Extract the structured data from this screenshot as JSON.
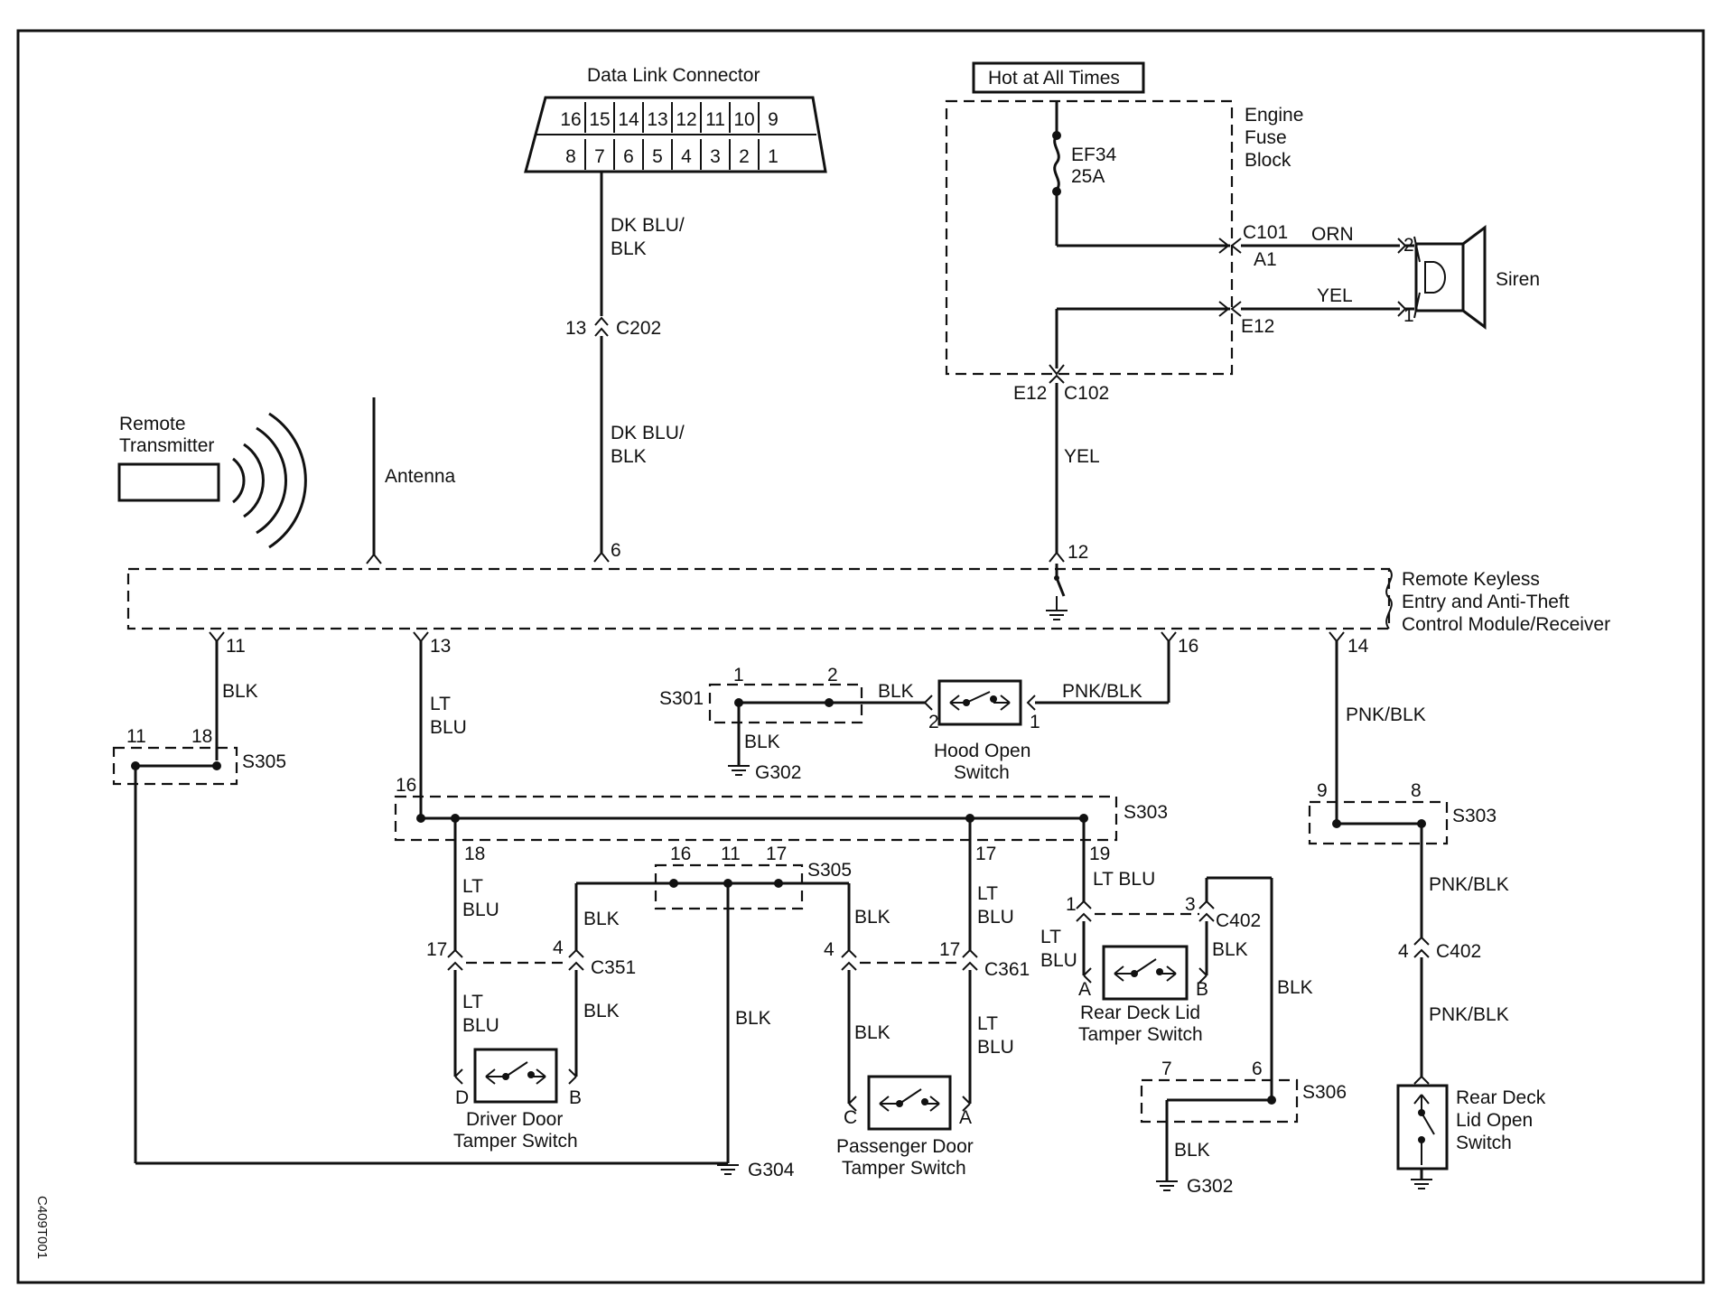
{
  "diagram_code": "C409T001",
  "dlc": {
    "title": "Data Link Connector",
    "top_pins": [
      "16",
      "15",
      "14",
      "13",
      "12",
      "11",
      "10",
      "9"
    ],
    "bottom_pins": [
      "8",
      "7",
      "6",
      "5",
      "4",
      "3",
      "2",
      "1"
    ]
  },
  "power": {
    "hot_label": "Hot at All Times",
    "fuse_block_label": [
      "Engine",
      "Fuse",
      "Block"
    ],
    "fuse_name": "EF34",
    "fuse_rating": "25A",
    "c101": "C101",
    "a1": "A1",
    "e12_c101": "E12",
    "orn": "ORN",
    "yel": "YEL",
    "siren": "Siren",
    "siren_pin_2": "2",
    "siren_pin_1": "1",
    "c102_pin": "E12",
    "c102": "C102",
    "yel_to_module": "YEL"
  },
  "dlc_wire": {
    "color_top": [
      "DK BLU/",
      "BLK"
    ],
    "pin_c202": "13",
    "c202": "C202",
    "color_bottom": [
      "DK BLU/",
      "BLK"
    ],
    "module_pin": "6"
  },
  "transmitter": {
    "label": [
      "Remote",
      "Transmitter"
    ],
    "antenna": "Antenna"
  },
  "module": {
    "label": [
      "Remote Keyless",
      "Entry and Anti-Theft",
      "Control Module/Receiver"
    ],
    "pin_12": "12",
    "pins_bottom": {
      "p11": "11",
      "p13": "13",
      "p16": "16",
      "p14": "14"
    }
  },
  "left_branch": {
    "wire_blk": "BLK",
    "s305_pin_11": "11",
    "s305_pin_18": "18",
    "s305": "S305",
    "g304": "G304"
  },
  "lt_blu_branch": {
    "color": [
      "LT",
      "BLU"
    ],
    "s303_pin_16": "16",
    "s303": "S303",
    "pin_18": "18",
    "pin_17": "17",
    "pin_19": "19",
    "lt_blu_19": "LT BLU"
  },
  "hood": {
    "s301": "S301",
    "s301_pin_1": "1",
    "s301_pin_2": "2",
    "blk_top": "BLK",
    "blk_ground": "BLK",
    "g302": "G302",
    "pin_2": "2",
    "pin_1": "1",
    "pnk_blk": "PNK/BLK",
    "label": [
      "Hood Open",
      "Switch"
    ]
  },
  "driver_door": {
    "lt_blu_top": [
      "LT",
      "BLU"
    ],
    "blk_top": "BLK",
    "pin_17": "17",
    "pin_4": "4",
    "c351": "C351",
    "lt_blu_bottom": [
      "LT",
      "BLU"
    ],
    "blk_bottom": "BLK",
    "pin_d": "D",
    "pin_b": "B",
    "label": [
      "Driver Door",
      "Tamper Switch"
    ]
  },
  "s305_mid": {
    "pin_16": "16",
    "pin_11": "11",
    "pin_17": "17",
    "s305": "S305",
    "blk": "BLK"
  },
  "passenger_door": {
    "blk_top": "BLK",
    "lt_blu_top": [
      "LT",
      "BLU"
    ],
    "pin_4": "4",
    "pin_17": "17",
    "c361": "C361",
    "blk_bottom": "BLK",
    "lt_blu_bottom": [
      "LT",
      "BLU"
    ],
    "pin_c": "C",
    "pin_a": "A",
    "label": [
      "Passenger Door",
      "Tamper Switch"
    ]
  },
  "rear_deck_tamper": {
    "pin_1": "1",
    "pin_3": "3",
    "c402": "C402",
    "lt_blu": [
      "LT",
      "BLU"
    ],
    "blk_side": "BLK",
    "blk_long": "BLK",
    "pin_a": "A",
    "pin_b": "B",
    "label": [
      "Rear Deck Lid",
      "Tamper Switch"
    ],
    "s306_pin_7": "7",
    "s306_pin_6": "6",
    "s306": "S306",
    "blk_ground": "BLK",
    "g302": "G302"
  },
  "rear_deck_open": {
    "pnk_blk_top": "PNK/BLK",
    "s303_pin_9": "9",
    "s303_pin_8": "8",
    "s303": "S303",
    "pnk_blk_mid": "PNK/BLK",
    "pin_4": "4",
    "c402": "C402",
    "pnk_blk_bottom": "PNK/BLK",
    "label": [
      "Rear Deck",
      "Lid Open",
      "Switch"
    ]
  }
}
